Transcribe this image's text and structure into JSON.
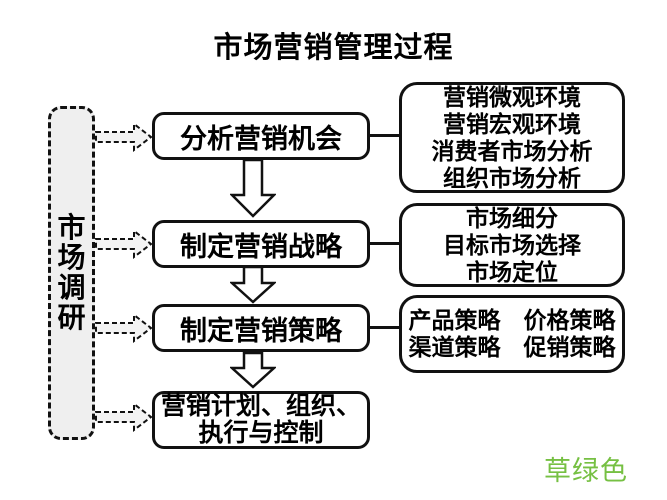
{
  "title": "市场营销管理过程",
  "left_panel": {
    "label": "市场调研",
    "chars": [
      "市",
      "场",
      "调",
      "研"
    ]
  },
  "process_steps": [
    {
      "lines": [
        "分析营销机会"
      ]
    },
    {
      "lines": [
        "制定营销战略"
      ]
    },
    {
      "lines": [
        "制定营销策略"
      ]
    },
    {
      "lines": [
        "营销计划、组织、",
        "执行与控制"
      ]
    }
  ],
  "detail_boxes": [
    {
      "lines": [
        "营销微观环境",
        "营销宏观环境",
        "消费者市场分析",
        "组织市场分析"
      ]
    },
    {
      "lines": [
        "市场细分",
        "目标市场选择",
        "市场定位"
      ]
    },
    {
      "lines": [
        "产品策略　价格策略",
        "渠道策略　促销策略"
      ]
    }
  ],
  "watermark": {
    "text": "草绿色",
    "color": "#76c043"
  },
  "colors": {
    "background": "#ffffff",
    "stroke": "#111111",
    "research_box_fill": "#efefef",
    "dashed_arrow_fill": "#f3f3f3",
    "watermark_green": "#76c043"
  }
}
